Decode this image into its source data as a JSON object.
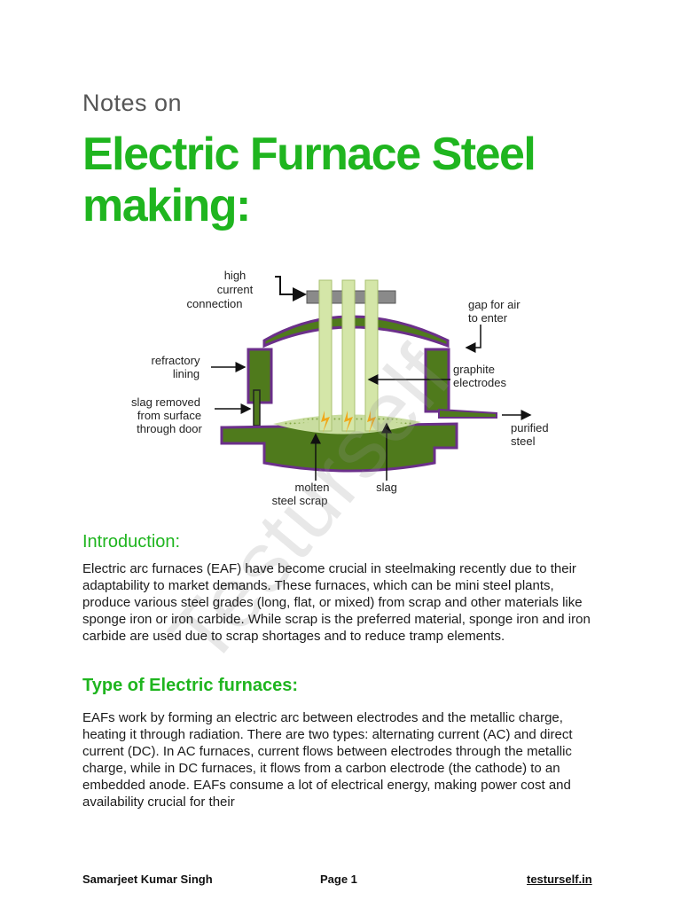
{
  "header": {
    "kicker": "Notes on",
    "title": "Electric Furnace Steel making:"
  },
  "diagram": {
    "labels": {
      "high_current": [
        "high",
        "current",
        "connection"
      ],
      "gap": [
        "gap for air",
        "to enter"
      ],
      "refractory": [
        "refractory",
        "lining"
      ],
      "graphite": [
        "graphite",
        "electrodes"
      ],
      "slag_removed": [
        "slag removed",
        "from surface",
        "through door"
      ],
      "purified": [
        "purified",
        "steel"
      ],
      "molten": [
        "molten",
        "steel scrap"
      ],
      "slag": "slag"
    },
    "colors": {
      "furnace": "#4f7a1c",
      "outline": "#6b2f8a",
      "electrode": "#d4e6a8",
      "melt": "#c9dda0",
      "spark": "#f0a81a"
    }
  },
  "watermark": "Testurself",
  "intro": {
    "heading": "Introduction:",
    "text": "Electric arc furnaces (EAF) have become crucial in steelmaking recently due to their adaptability to market demands. These furnaces, which can be mini steel plants, produce various steel grades (long, flat, or mixed) from scrap and other materials like sponge iron or iron carbide. While scrap is the preferred material, sponge iron and iron carbide are used due to scrap shortages and to reduce tramp elements."
  },
  "types": {
    "heading": "Type of Electric furnaces:",
    "text": "EAFs work by forming an electric arc between electrodes and the metallic charge, heating it through radiation. There are two types: alternating current (AC) and direct current (DC). In AC furnaces, current flows between electrodes through the metallic charge, while in DC furnaces, it flows from a carbon electrode (the cathode) to an embedded anode. EAFs consume a lot of electrical energy, making power cost and availability crucial for their"
  },
  "footer": {
    "author": "Samarjeet Kumar Singh",
    "page": "Page 1",
    "site": "testurself.in"
  },
  "accent_color": "#1fb51f"
}
